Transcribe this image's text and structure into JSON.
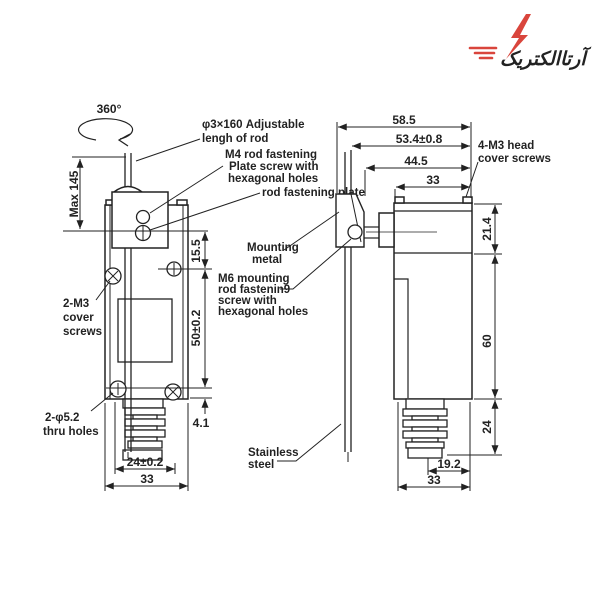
{
  "logo": {
    "brand": "آرتاالکتریک",
    "color": "#d9453c"
  },
  "left": {
    "rotation": "360°",
    "max_height": "Max 145",
    "rod_label_1": "φ3×160 Adjustable",
    "rod_label_2": "lengh of rod",
    "m4_label_1": "M4 rod fastening",
    "m4_label_2": "Plate screw with",
    "m4_label_3": "hexagonal holes",
    "plate_label": "rod fastening plate",
    "cover_1": "2-M3",
    "cover_2": "cover",
    "cover_3": "screws",
    "thru_1": "2-φ5.2",
    "thru_2": "thru holes",
    "dim_top": "15.5",
    "dim_body": "50±0.2",
    "dim_foot": "4.1",
    "dim_bellows": "24±0.2",
    "dim_width": "33"
  },
  "right": {
    "dim_1": "58.5",
    "dim_2": "53.4±0.8",
    "dim_3": "44.5",
    "dim_4": "33",
    "screws_1": "4-M3 head",
    "screws_2": "cover screws",
    "mount_1": "Mounting",
    "mount_2": "metal",
    "m6_1": "M6 mounting",
    "m6_2": "rod fastenin9",
    "m6_3": "screw with",
    "m6_4": "hexagonal holes",
    "stainless_1": "Stainless",
    "stainless_2": "steel",
    "dim_head": "21.4",
    "dim_body": "60",
    "dim_bellows": "24",
    "dim_b1": "19.2",
    "dim_b2": "33"
  }
}
